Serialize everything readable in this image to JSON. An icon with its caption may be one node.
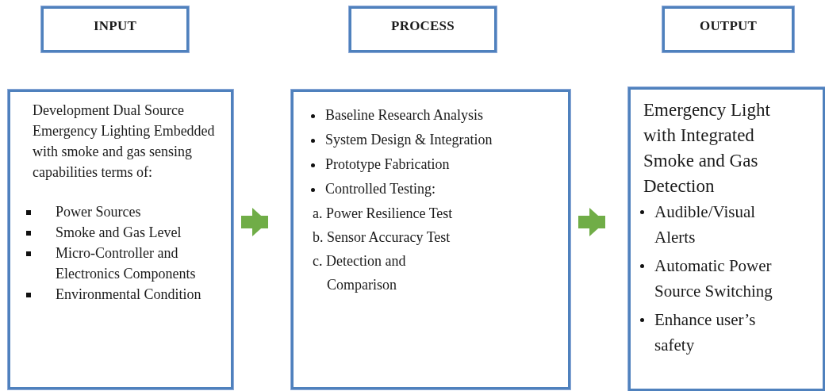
{
  "diagram": {
    "nodes": [
      {
        "text": [
          "INPUT"
        ]
      },
      {
        "text": [
          "PROCESS"
        ]
      },
      {
        "text": [
          "OUTPUT"
        ]
      },
      {
        "text": [
          "Development Dual Source Emergency Lighting Embedded with smoke and gas sensing capabilities terms of:",
          "Power Sources",
          "Smoke and Gas Level",
          "Micro-Controller and Electronics Components",
          "Environmental Condition"
        ]
      },
      {
        "text": [
          "Baseline Research Analysis",
          "System Design & Integration",
          "Prototype Fabrication",
          "Controlled Testing:",
          "a. Power Resilience Test",
          "b. Sensor Accuracy Test",
          "c. Detection and Comparison"
        ]
      },
      {
        "text": [
          "Emergency Light with Integrated Smoke and Gas Detection",
          "Audible/Visual Alerts",
          "Automatic Power Source Switching",
          "Enhance user’s safety"
        ]
      }
    ],
    "edges": [
      {
        "from": 3,
        "to": 4,
        "arrow": "to"
      },
      {
        "from": 4,
        "to": 5,
        "arrow": "to"
      }
    ]
  }
}
